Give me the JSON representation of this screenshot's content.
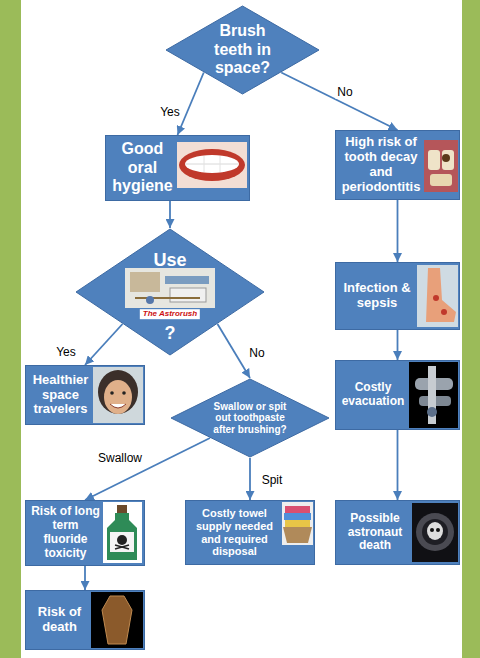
{
  "diagram": {
    "nodes": [
      {
        "text": [
          "Brush teeth in space?"
        ]
      },
      {
        "text": [
          "Good oral hygiene"
        ]
      },
      {
        "text": [
          "High risk of tooth decay and periodontitis"
        ]
      },
      {
        "text": [
          "Use",
          "?"
        ]
      },
      {
        "text": [
          "Infection & sepsis"
        ]
      },
      {
        "text": [
          "Healthier space travelers"
        ]
      },
      {
        "text": [
          "Swallow or spit out toothpaste after brushing?"
        ]
      },
      {
        "text": [
          "Costly evacuation"
        ]
      },
      {
        "text": [
          "Risk of long term fluoride toxicity"
        ]
      },
      {
        "text": [
          "Costly towel supply needed and required disposal"
        ]
      },
      {
        "text": [
          "Possible astronaut death"
        ]
      },
      {
        "text": [
          "Risk of death"
        ]
      }
    ],
    "edges": [
      {
        "from": 0,
        "to": 1,
        "arrow": "to",
        "label": "Yes"
      },
      {
        "from": 0,
        "to": 2,
        "arrow": "to",
        "label": "No"
      },
      {
        "from": 1,
        "to": 3,
        "arrow": "to"
      },
      {
        "from": 3,
        "to": 5,
        "arrow": "to",
        "label": "Yes"
      },
      {
        "from": 3,
        "to": 6,
        "arrow": "to",
        "label": "No"
      },
      {
        "from": 6,
        "to": 8,
        "arrow": "to",
        "label": "Swallow"
      },
      {
        "from": 6,
        "to": 9,
        "arrow": "to",
        "label": "Spit"
      },
      {
        "from": 8,
        "to": 11,
        "arrow": "to"
      },
      {
        "from": 2,
        "to": 4,
        "arrow": "to"
      },
      {
        "from": 4,
        "to": 7,
        "arrow": "to"
      },
      {
        "from": 7,
        "to": 10,
        "arrow": "to"
      }
    ],
    "labels": [
      "The Astrorush"
    ]
  }
}
